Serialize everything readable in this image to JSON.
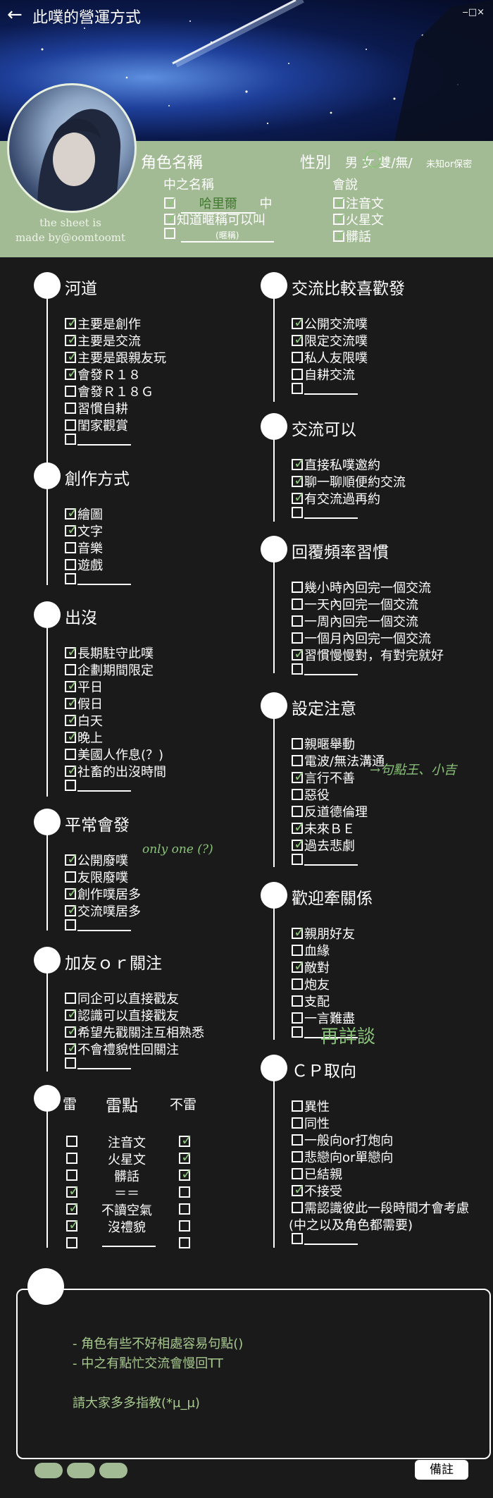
{
  "header": {
    "title": "此噗的營運方式",
    "window_controls": "‒□×"
  },
  "credit": [
    "the sheet is",
    "made by@oomtoomt"
  ],
  "profile": {
    "role_name_label": "角色名稱",
    "gender_label": "性別",
    "gender_options": "男 女 雙/無/",
    "gender_unknown": "未知or保密",
    "zhongzhi_label": "中之名稱",
    "nickname": "哈里爾",
    "nickname_suffix": "中",
    "nickname_allowed": "知道暱稱可以叫",
    "nickname_hint": "(暱稱)",
    "speaks_label": "會說",
    "speaks": [
      "注音文",
      "火星文",
      "髒話"
    ]
  },
  "sections": {
    "river": {
      "title": "河道",
      "items": [
        "主要是創作",
        "主要是交流",
        "主要是跟親友玩",
        "會發Ｒ１８",
        "會發Ｒ１８Ｇ",
        "習慣自耕",
        "閨家觀賞"
      ]
    },
    "create": {
      "title": "創作方式",
      "items": [
        "繪圖",
        "文字",
        "音樂",
        "遊戲"
      ]
    },
    "appear": {
      "title": "出沒",
      "items": [
        "長期駐守此噗",
        "企劃期間限定",
        "平日",
        "假日",
        "白天",
        "晚上",
        "美國人作息(？)",
        "社畜的出沒時間"
      ]
    },
    "usual": {
      "title": "平常會發",
      "items": [
        "公開廢噗",
        "友限廢噗",
        "創作噗居多",
        "交流噗居多"
      ],
      "hand_note": "only one (?)"
    },
    "follow": {
      "title": "加友ｏｒ關注",
      "items": [
        "同企可以直接戳友",
        "認識可以直接戳友",
        "希望先戳關注互相熟悉",
        "不會禮貌性回關注"
      ]
    },
    "trigger": {
      "title": "雷點",
      "left_label": "雷",
      "right_label": "不雷",
      "items": [
        "注音文",
        "火星文",
        "髒話",
        "＝＝",
        "不讀空氣",
        "沒禮貌"
      ]
    },
    "exchange_pref": {
      "title": "交流比較喜歡發",
      "items": [
        "公開交流噗",
        "限定交流噗",
        "私人友限噗",
        "自耕交流"
      ]
    },
    "exchange_ok": {
      "title": "交流可以",
      "items": [
        "直接私噗邀約",
        "聊一聊順便約交流",
        "有交流過再約"
      ]
    },
    "reply": {
      "title": "回覆頻率習慣",
      "items": [
        "幾小時內回完一個交流",
        "一天內回完一個交流",
        "一周內回完一個交流",
        "一個月內回完一個交流",
        "習慣慢慢對，有對完就好"
      ]
    },
    "setting": {
      "title": "設定注意",
      "items": [
        "親暱舉動",
        "電波/無法溝通",
        "言行不善",
        "惡役",
        "反道德倫理",
        "未來ＢＥ",
        "過去悲劇"
      ],
      "hand_note": "→句點王、小吉"
    },
    "relation": {
      "title": "歡迎牽關係",
      "items": [
        "親朋好友",
        "血緣",
        "敵對",
        "炮友",
        "支配",
        "一言難盡"
      ],
      "hand_note": "再詳談"
    },
    "cp": {
      "title": "ＣＰ取向",
      "items": [
        "異性",
        "同性",
        "一般向or打炮向",
        "悲戀向or單戀向",
        "已結親",
        "不接受",
        "需認識彼此一段時間才會考慮",
        "(中之以及角色都需要)"
      ]
    }
  },
  "notes": {
    "lines": [
      "- 角色有些不好相處容易句點()",
      "- 中之有點忙交流會慢回TT",
      "請大家多多指教(*µ_µ)"
    ]
  },
  "footer": {
    "memo_button": "備註"
  }
}
